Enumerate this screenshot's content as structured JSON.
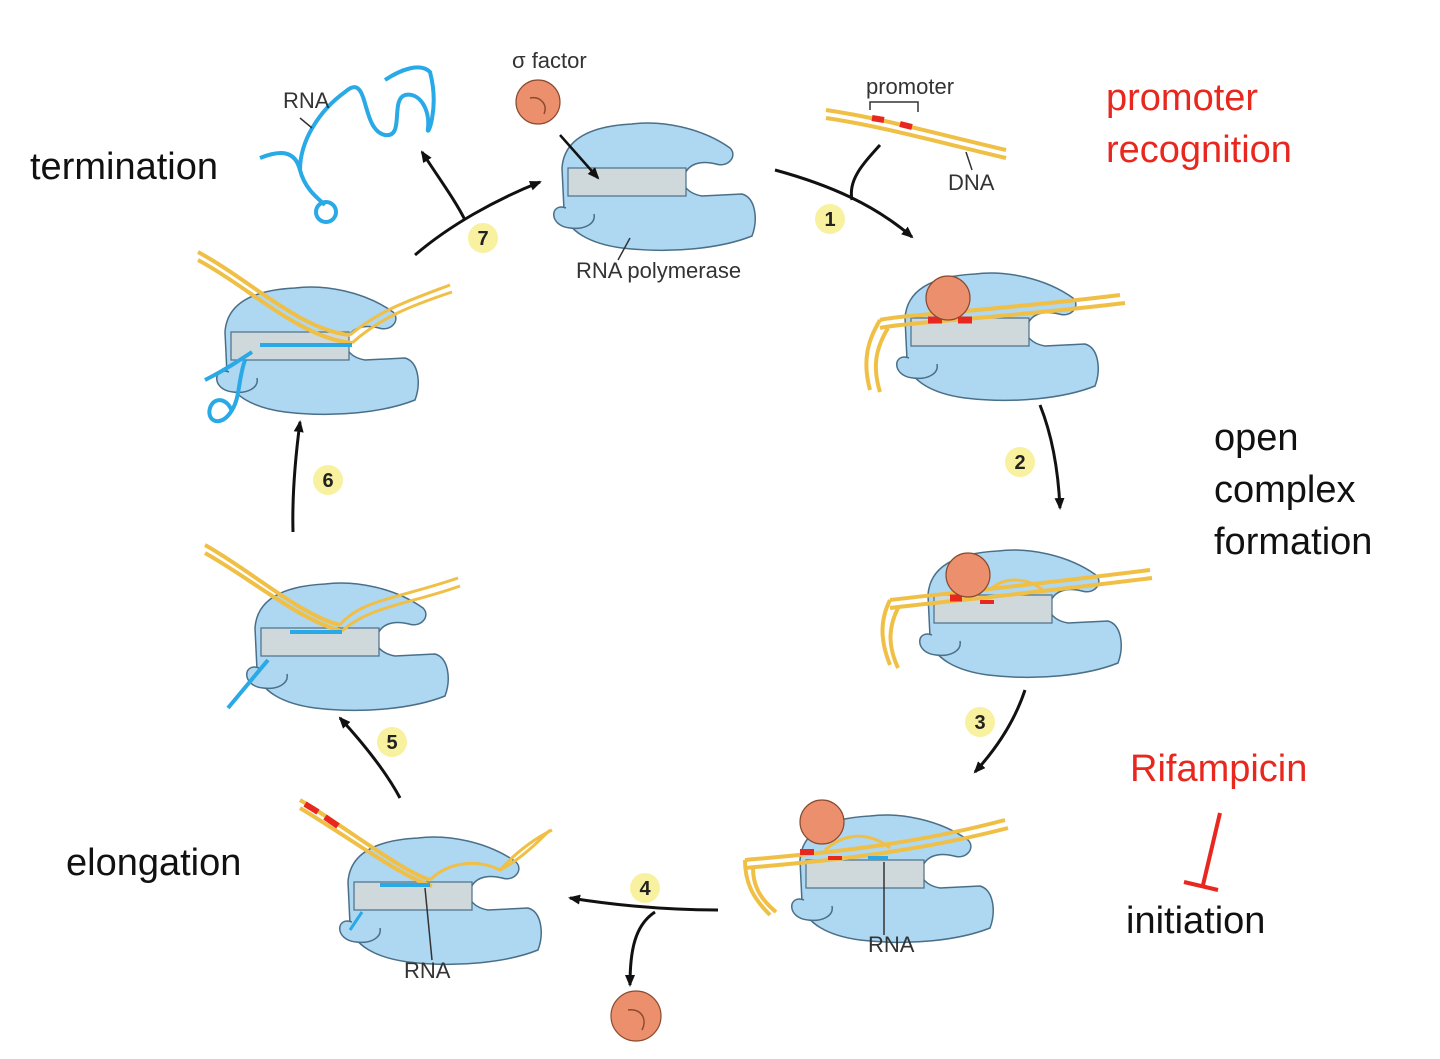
{
  "labels": {
    "sigma_factor": "σ factor",
    "rna_polymerase": "RNA polymerase",
    "promoter": "promoter",
    "dna": "DNA",
    "rna_top": "RNA",
    "rna_step3": "RNA",
    "rna_step4": "RNA"
  },
  "stages": {
    "termination": "termination",
    "promoter_recognition_line1": "promoter",
    "promoter_recognition_line2": "recognition",
    "open_line1": "open",
    "open_line2": "complex",
    "open_line3": "formation",
    "elongation": "elongation",
    "inhibitor": "Rifampicin",
    "initiation": "initiation"
  },
  "steps": [
    "1",
    "2",
    "3",
    "4",
    "5",
    "6",
    "7"
  ],
  "colors": {
    "polymerase": "#aed7f2",
    "polymerase_stroke": "#4a6f88",
    "cleft": "#cfd9dc",
    "sigma": "#ec8f6c",
    "dna": "#f0bf45",
    "promoter_mark": "#e8281f",
    "rna": "#29a9e6",
    "step_badge": "#f8f1a0",
    "highlight_text": "#e8281f"
  }
}
